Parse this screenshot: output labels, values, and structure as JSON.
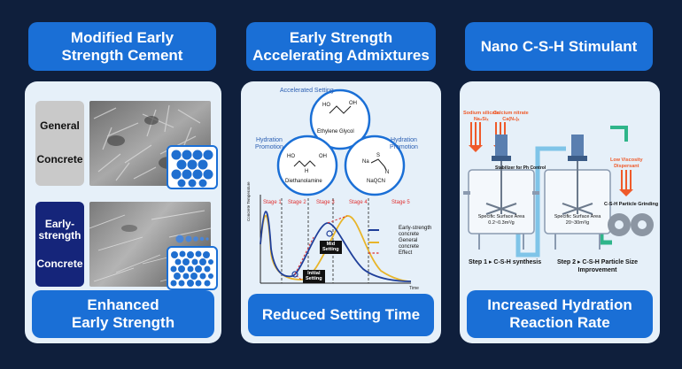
{
  "columns": [
    {
      "header": "Modified Early\nStrength Cement",
      "footer": "Enhanced\nEarly Strength",
      "labels": {
        "general_line1": "General",
        "general_line2": "Concrete",
        "early_line1": "Early-\nstrength",
        "early_line2": "Concrete"
      }
    },
    {
      "header": "Early Strength\nAccelerating Admixtures",
      "footer": "Reduced Setting Time",
      "diagram": {
        "accelerated_setting": "Accelerated Setting",
        "hydration_promotion_left": "Hydration\nPromotion",
        "hydration_promotion_right": "Hydration\nPromotion",
        "ethylene_glycol": "Ethylene Glycol",
        "diethanolamine": "Diethanolamine",
        "naqcn": "NaQCN",
        "ho": "HO",
        "oh": "OH",
        "h": "H",
        "na": "Na",
        "s": "S",
        "n": "N"
      },
      "chart": {
        "y_axis": "Concrete Temperature",
        "x_axis": "Time",
        "stages": [
          "Stage 1",
          "Stage 2",
          "Stage 3",
          "Stage 4",
          "Stage 5"
        ],
        "legend": [
          "Early-strength\nconcrete",
          "General\nconcrete",
          "Effect"
        ],
        "mid_setting": "Mid\nSetting",
        "initial_setting": "Initial\nSetting",
        "colors": {
          "early": "#1f3f9a",
          "general": "#e8b52a",
          "effect": "#e03030"
        }
      }
    },
    {
      "header": "Nano C-S-H Stimulant",
      "footer": "Increased Hydration\nReaction Rate",
      "process": {
        "sodium_silicate": "Sodium silicate\nNa₂Siₓ",
        "calcium_nitrate": "Calcium nitrate\nCa(N₂)ₓ",
        "stabilizer": "Stabilizer for Ph Control",
        "low_viscosity": "Low Viscosity\nDispersant",
        "ssa1_label": "Specific Surface Area",
        "ssa1_value": "0.2~0.3m²/g",
        "ssa2_label": "Specific Surface Area",
        "ssa2_value": "20~30m²/g",
        "grinding": "C-S-H Particle Grinding",
        "step1": "Step 1 ▸ C-S-H synthesis",
        "step2": "Step 2 ▸ C-S-H Particle Size\nImprovement"
      }
    }
  ]
}
